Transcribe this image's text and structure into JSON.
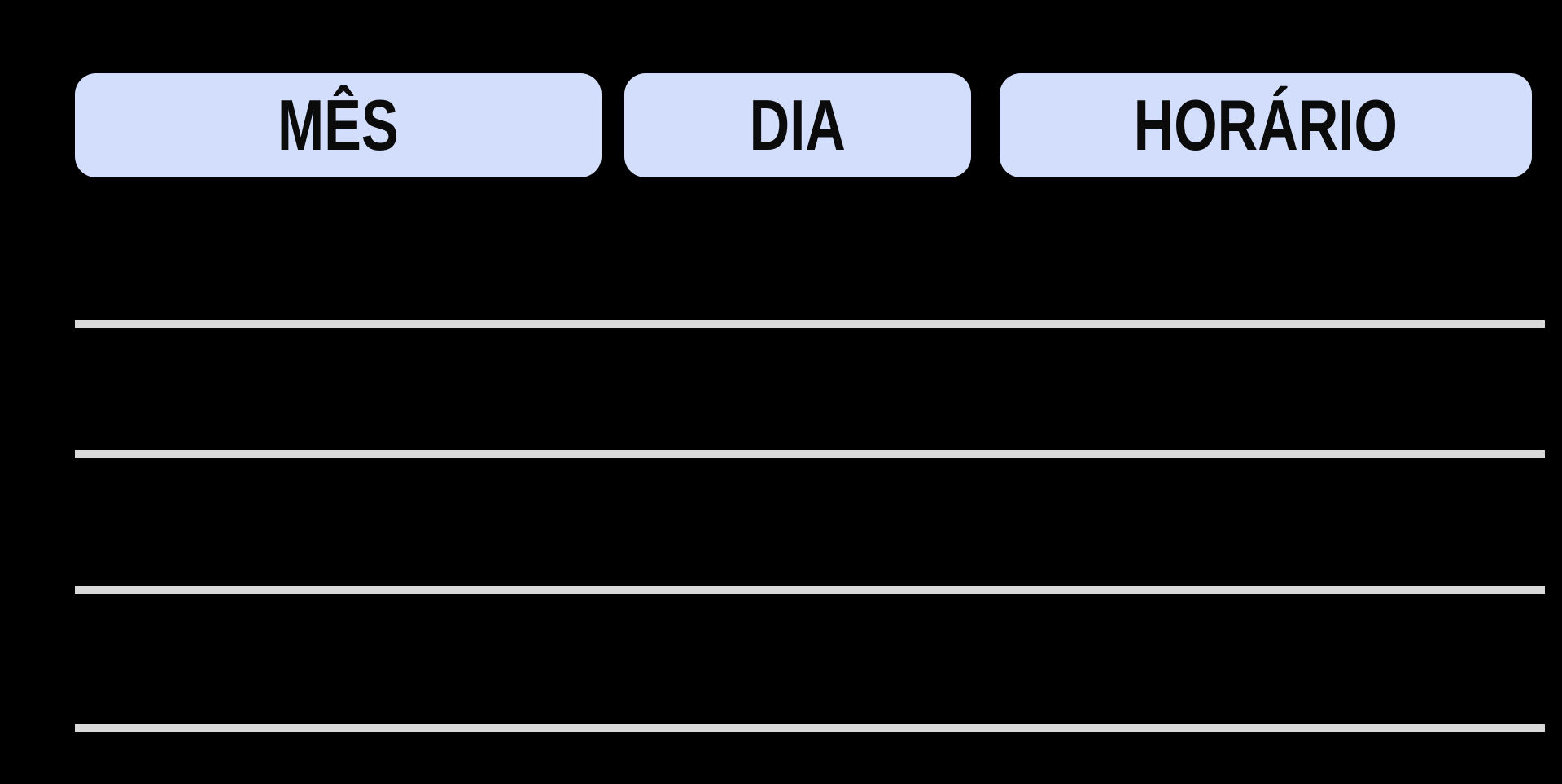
{
  "colors": {
    "background": "#000000",
    "pill_fill": "#d3defc",
    "line": "#d9d9d9",
    "label_text": "#0b0b0b"
  },
  "header": {
    "columns": [
      {
        "id": "mes",
        "label": "MÊS"
      },
      {
        "id": "dia",
        "label": "DIA"
      },
      {
        "id": "horario",
        "label": "HORÁRIO"
      }
    ]
  },
  "writing_lines": {
    "count": 4
  }
}
